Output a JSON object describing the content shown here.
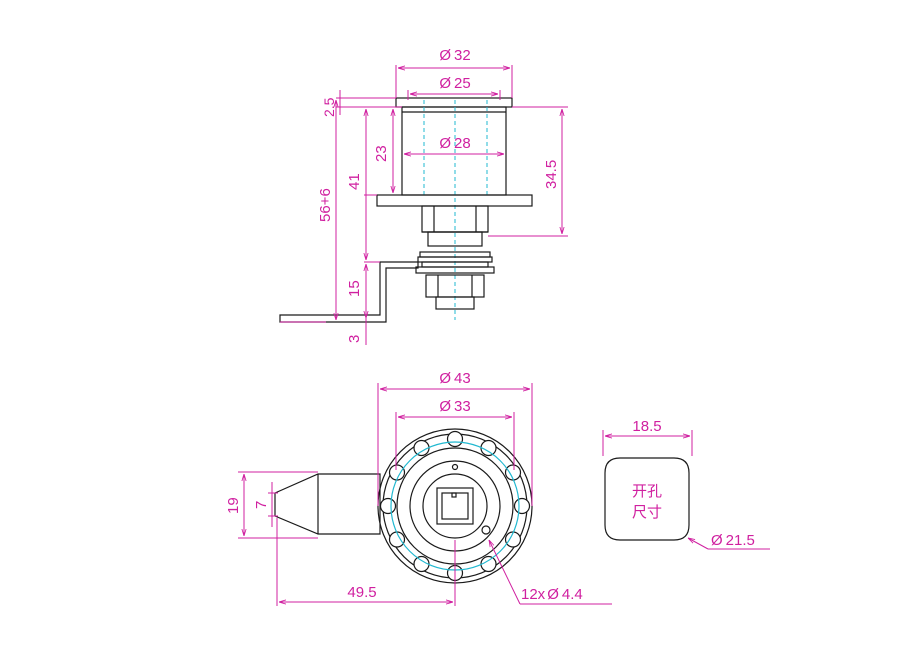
{
  "side_view": {
    "dia_32": "32",
    "dia_25": "25",
    "dia_28": "28",
    "h_2_5": "2.5",
    "h_23": "23",
    "h_41": "41",
    "h_56_6": "56+6",
    "h_34_5": "34.5",
    "h_15": "15",
    "h_3": "3"
  },
  "front_view": {
    "dia_43": "43",
    "dia_33": "33",
    "h_19": "19",
    "h_7": "7",
    "w_49_5": "49.5",
    "holes": "12x",
    "hole_dia": "4.4"
  },
  "cutout": {
    "w_18_5": "18.5",
    "label_line1": "开孔",
    "label_line2": "尺寸",
    "dia_21_5": "21.5"
  },
  "symbols": {
    "diameter": "Ø"
  },
  "colors": {
    "dimension": "#d020a0",
    "outline": "#1a1a1a",
    "centerline": "#20b8d0"
  }
}
